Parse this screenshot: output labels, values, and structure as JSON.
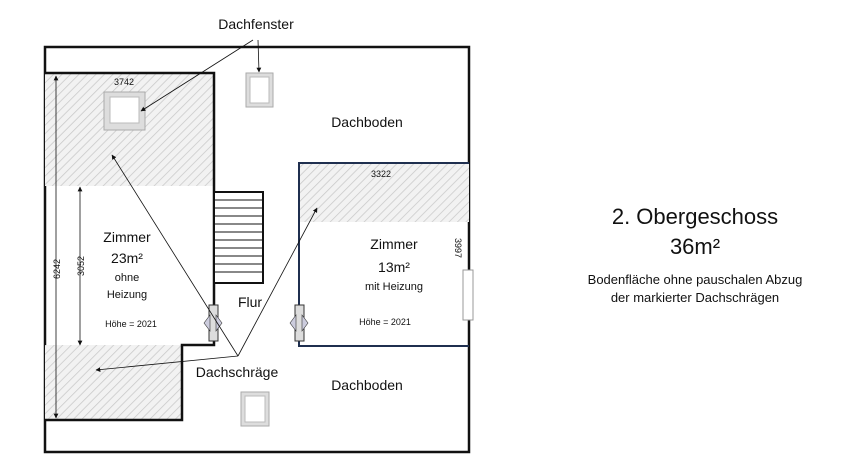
{
  "labels": {
    "dachfenster": "Dachfenster",
    "dachboden_top": "Dachboden",
    "dachboden_bottom": "Dachboden",
    "dachschraege": "Dachschräge",
    "flur": "Flur"
  },
  "room_left": {
    "name": "Zimmer",
    "area": "23m²",
    "heating_1": "ohne",
    "heating_2": "Heizung",
    "height": "Höhe = 2021",
    "dim_width": "3742",
    "dim_total": "6242",
    "dim_inner": "3052"
  },
  "room_right": {
    "name": "Zimmer",
    "area": "13m²",
    "heating": "mit Heizung",
    "height": "Höhe = 2021",
    "dim_width": "3322",
    "dim_side": "3997"
  },
  "summary": {
    "floor": "2. Obergeschoss",
    "area": "36m²",
    "note_1": "Bodenfläche ohne pauschalen Abzug",
    "note_2": "der markierter Dachschrägen"
  }
}
